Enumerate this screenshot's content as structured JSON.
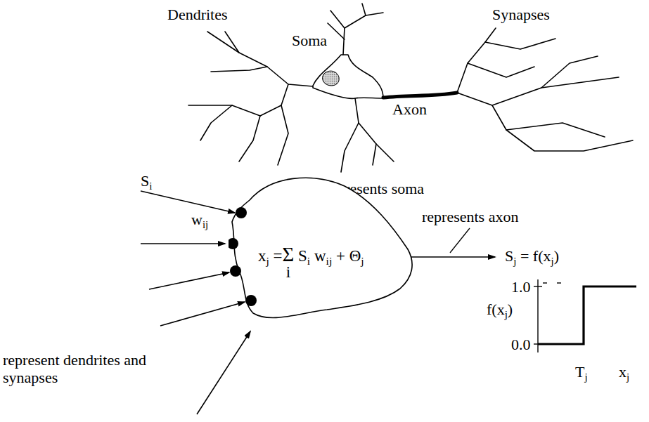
{
  "diagram": {
    "nodes": [
      {
        "text": [
          "xj =Σ Si wij + Θj",
          "i"
        ]
      }
    ],
    "labels": [
      "Dendrites",
      "Soma",
      "Axon",
      "Synapses",
      "Si",
      "wij",
      "represents soma",
      "represents axon",
      "Sj = f(xj)",
      "f(xj)",
      "1.0",
      "0.0",
      "Tj",
      "xj",
      "represent dendrites and synapses"
    ]
  }
}
